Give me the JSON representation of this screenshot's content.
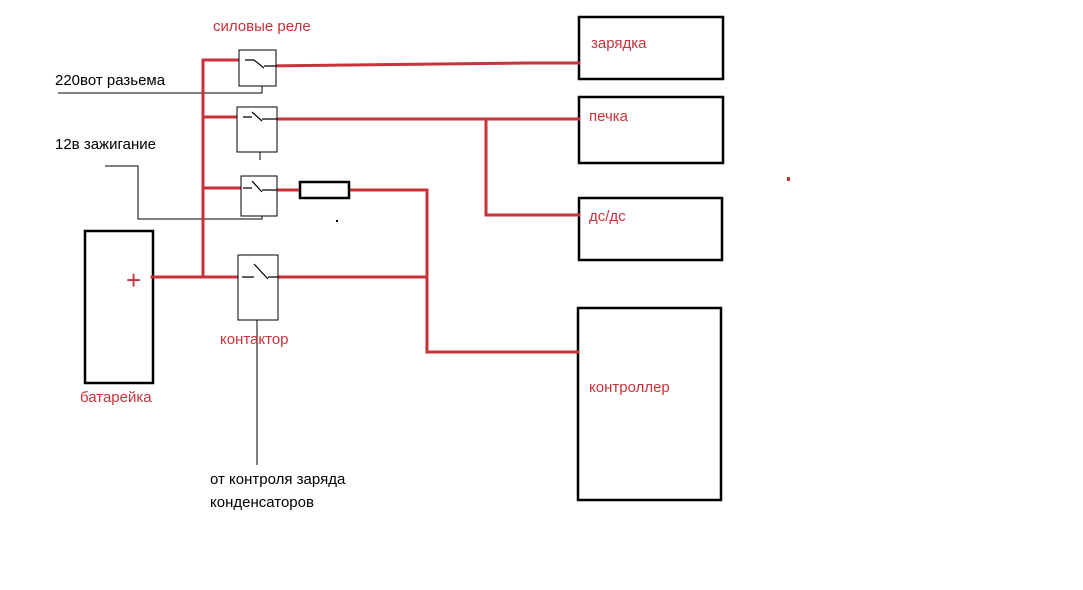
{
  "labels": {
    "power_relays": "силовые реле",
    "connector_220": "220вот разьема",
    "ignition_12v": "12в зажигание",
    "contactor": "контактор",
    "battery": "батарейка",
    "battery_plus": "+",
    "capacitor_charge_line1": "от контроля заряда",
    "capacitor_charge_line2": "конденсаторов",
    "charger": "зарядка",
    "heater": "печка",
    "dcdc": "дс/дс",
    "controller": "контроллер"
  },
  "colors": {
    "wire_red": "#c8323a",
    "wire_black": "#000000",
    "text_red": "#c8323a",
    "text_black": "#000000"
  }
}
